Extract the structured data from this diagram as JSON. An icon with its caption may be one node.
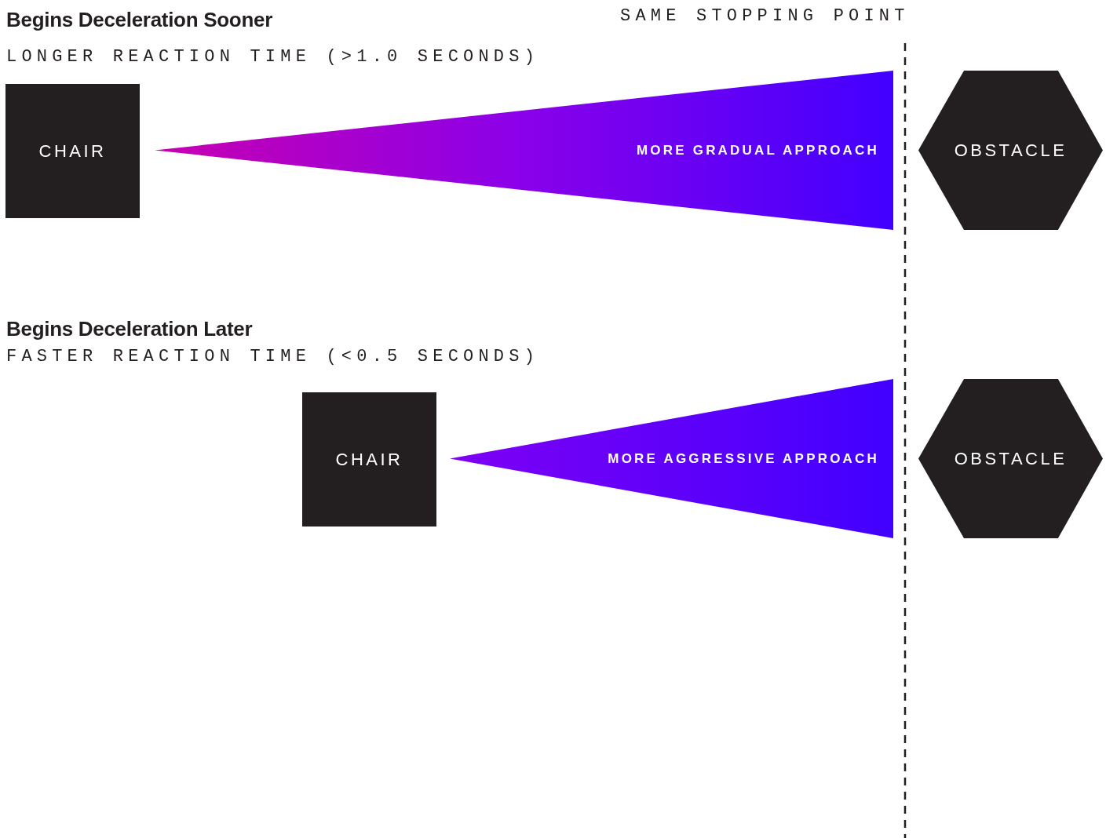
{
  "diagram": {
    "nodes": [
      {
        "text": [
          "CHAIR"
        ]
      },
      {
        "text": [
          "MORE GRADUAL APPROACH"
        ]
      },
      {
        "text": [
          "OBSTACLE"
        ]
      },
      {
        "text": [
          "CHAIR"
        ]
      },
      {
        "text": [
          "MORE AGGRESSIVE APPROACH"
        ]
      },
      {
        "text": [
          "OBSTACLE"
        ]
      }
    ],
    "labels": [
      "Begins Deceleration Sooner",
      "SAME STOPPING POINT",
      "LONGER REACTION TIME (>1.0 SECONDS)",
      "Begins Deceleration Later",
      "FASTER REACTION TIME (<0.5 SECONDS)"
    ]
  }
}
